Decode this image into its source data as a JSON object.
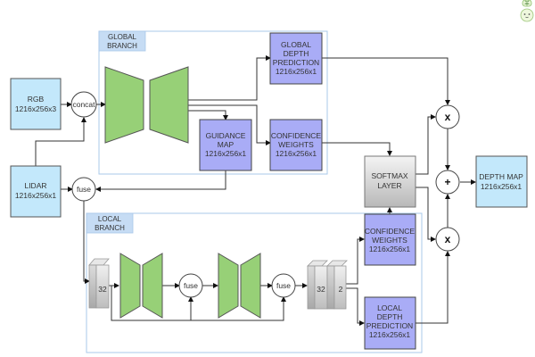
{
  "colors": {
    "input_fill": "#c3e8fb",
    "output_fill": "#a9acf6",
    "encoder_fill": "#97d077",
    "branch_header": "#bcd6f2",
    "branch_border": "#a9c8ea",
    "gray_box": "#d4d4d4"
  },
  "inputs": {
    "rgb": {
      "title": "RGB",
      "dims": "1216x256x3"
    },
    "lidar": {
      "title": "LIDAR",
      "dims": "1216x256x1"
    }
  },
  "ops": {
    "concat": "concat",
    "fuse_input": "fuse",
    "fuse_local_1": "fuse",
    "fuse_local_2": "fuse",
    "multiply_top": "x",
    "add": "+",
    "multiply_bottom": "x"
  },
  "global_branch": {
    "header_line1": "GLOBAL",
    "header_line2": "BRANCH",
    "depth_prediction": {
      "l1": "GLOBAL",
      "l2": "DEPTH",
      "l3": "PREDICTION",
      "dims": "1216x256x1"
    },
    "guidance_map": {
      "l1": "GUIDANCE",
      "l2": "MAP",
      "dims": "1216x256x1"
    },
    "confidence_weights": {
      "l1": "CONFIDENCE",
      "l2": "WEIGHTS",
      "dims": "1216x256x1"
    }
  },
  "local_branch": {
    "header_line1": "LOCAL",
    "header_line2": "BRANCH",
    "block_in_channels": "32",
    "block_mid_channels": "32",
    "block_out_channels": "2",
    "confidence_weights": {
      "l1": "CONFIDENCE",
      "l2": "WEIGHTS",
      "dims": "1216x256x1"
    },
    "depth_prediction": {
      "l1": "LOCAL",
      "l2": "DEPTH",
      "l3": "PREDICTION",
      "dims": "1216x256x1"
    }
  },
  "softmax": {
    "l1": "SOFTMAX",
    "l2": "LAYER"
  },
  "output": {
    "title": "DEPTH MAP",
    "dims": "1216x256x1"
  }
}
